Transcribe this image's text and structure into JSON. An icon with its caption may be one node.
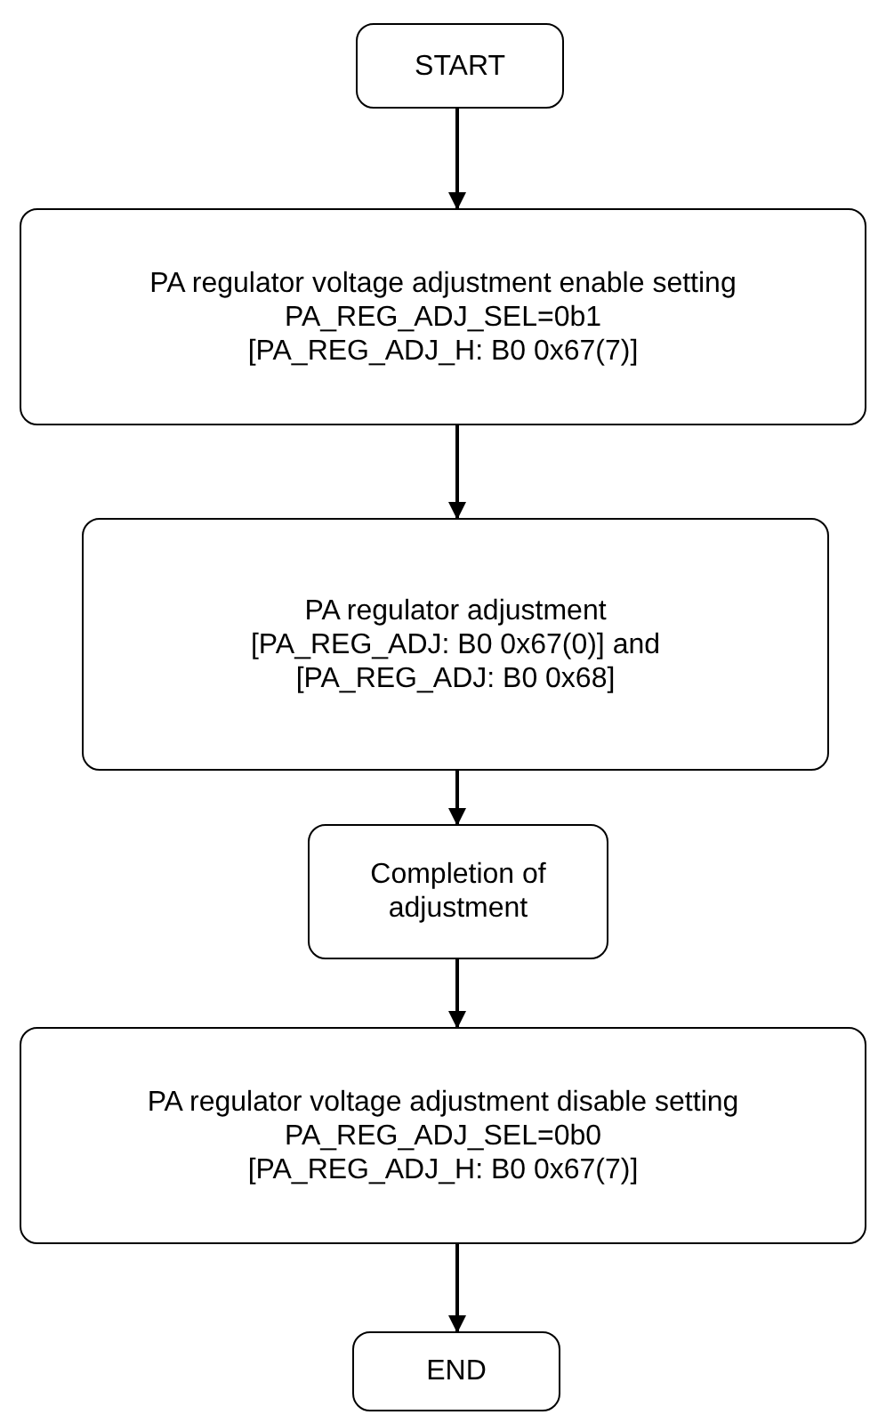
{
  "diagram": {
    "nodes": [
      {
        "text": [
          "START"
        ]
      },
      {
        "text": [
          "PA regulator voltage adjustment enable setting",
          "PA_REG_ADJ_SEL=0b1",
          "[PA_REG_ADJ_H: B0 0x67(7)]"
        ]
      },
      {
        "text": [
          "PA regulator adjustment",
          "[PA_REG_ADJ: B0 0x67(0)] and [PA_REG_ADJ: B0 0x68]"
        ]
      },
      {
        "text": [
          "Completion of adjustment"
        ]
      },
      {
        "text": [
          "PA regulator voltage adjustment disable setting",
          "PA_REG_ADJ_SEL=0b0",
          "[PA_REG_ADJ_H: B0 0x67(7)]"
        ]
      },
      {
        "text": [
          "END"
        ]
      }
    ],
    "edges": [
      {
        "from": 0,
        "to": 1,
        "arrow": "to"
      },
      {
        "from": 1,
        "to": 2,
        "arrow": "to"
      },
      {
        "from": 2,
        "to": 3,
        "arrow": "to"
      },
      {
        "from": 3,
        "to": 4,
        "arrow": "to"
      },
      {
        "from": 4,
        "to": 5,
        "arrow": "to"
      }
    ]
  }
}
